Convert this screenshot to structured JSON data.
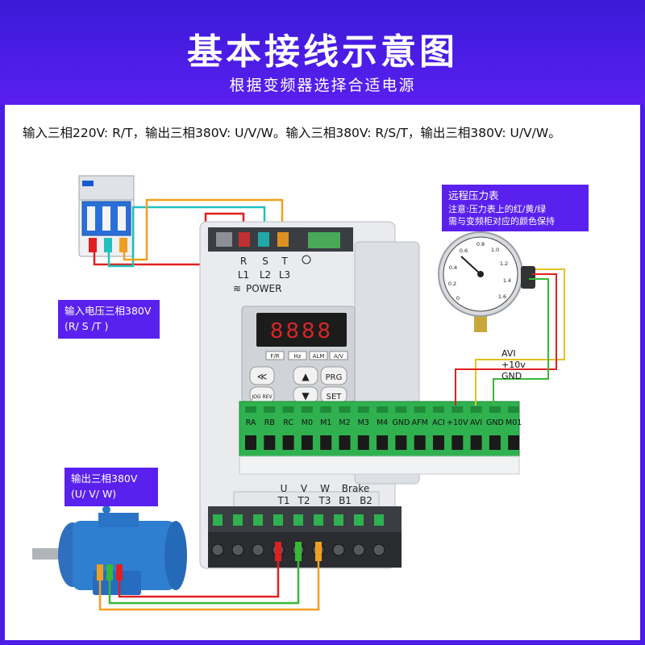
{
  "header": {
    "title": "基本接线示意图",
    "subtitle": "根据变频器选择合适电源"
  },
  "description": "输入三相220V: R/T，输出三相380V: U/V/W。输入三相380V: R/S/T，输出三相380V: U/V/W。",
  "labels": {
    "gauge_title": "远程压力表",
    "gauge_note1": "注意:压力表上的红/黄/绿",
    "gauge_note2": "需与变频柜对应的颜色保持",
    "input_line1": "输入电压三相380V",
    "input_line2": "(R/ S /T )",
    "output_line1": "输出三相380V",
    "output_line2": "(U/ V/ W)"
  },
  "inverter": {
    "input_letters": [
      "R",
      "S",
      "T"
    ],
    "input_terms": [
      "L1",
      "L2",
      "L3"
    ],
    "power": "POWER",
    "display": "8888",
    "indicators": [
      "F/R",
      "Hz",
      "ALM",
      "A/V"
    ],
    "keys": [
      "≪",
      "▲",
      "PRG",
      "JOG REV",
      "▼",
      "SET"
    ],
    "control_terminals": [
      "RA",
      "RB",
      "RC",
      "M0",
      "M1",
      "M2",
      "M3",
      "M4",
      "GND",
      "AFM",
      "ACI",
      "+10V",
      "AVI",
      "GND",
      "M01"
    ],
    "output_letters": [
      "U",
      "V",
      "W"
    ],
    "output_terms": [
      "T1",
      "T2",
      "T3"
    ],
    "brake_label": "Brake",
    "brake_terms": [
      "B1",
      "B2"
    ]
  },
  "gauge": {
    "signals": [
      "AVI",
      "+10v",
      "GND"
    ],
    "scale": [
      "0",
      "0.2",
      "0.4",
      "0.6",
      "0.8",
      "1.0",
      "1.2",
      "1.4",
      "1.6"
    ]
  },
  "colors": {
    "header": "#4a1de6",
    "label_bg": "#5a21ee",
    "wire_red": "#e02020",
    "wire_cyan": "#22c0c0",
    "wire_orange": "#f0a020",
    "wire_green": "#38b838",
    "wire_yellow": "#e8c020",
    "terminal_green": "#2fb14f",
    "motor_blue": "#2f7fd0"
  }
}
